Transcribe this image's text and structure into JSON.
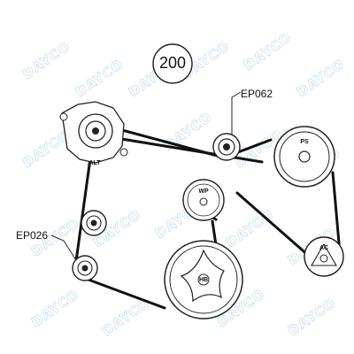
{
  "badge": {
    "number": "200"
  },
  "watermark": {
    "text": "DAYCO"
  },
  "pulleys": {
    "alt": {
      "label": "ALT"
    },
    "ep062_idler": {
      "label": ""
    },
    "ps": {
      "label": "PS"
    },
    "wp": {
      "label": "WP"
    },
    "ac": {
      "label": "AC"
    },
    "hb": {
      "label": "HB"
    },
    "upper_idler": {
      "label": ""
    },
    "ep026_idler": {
      "label": ""
    }
  },
  "callouts": [
    {
      "text": "EP062"
    },
    {
      "text": "EP026"
    }
  ]
}
